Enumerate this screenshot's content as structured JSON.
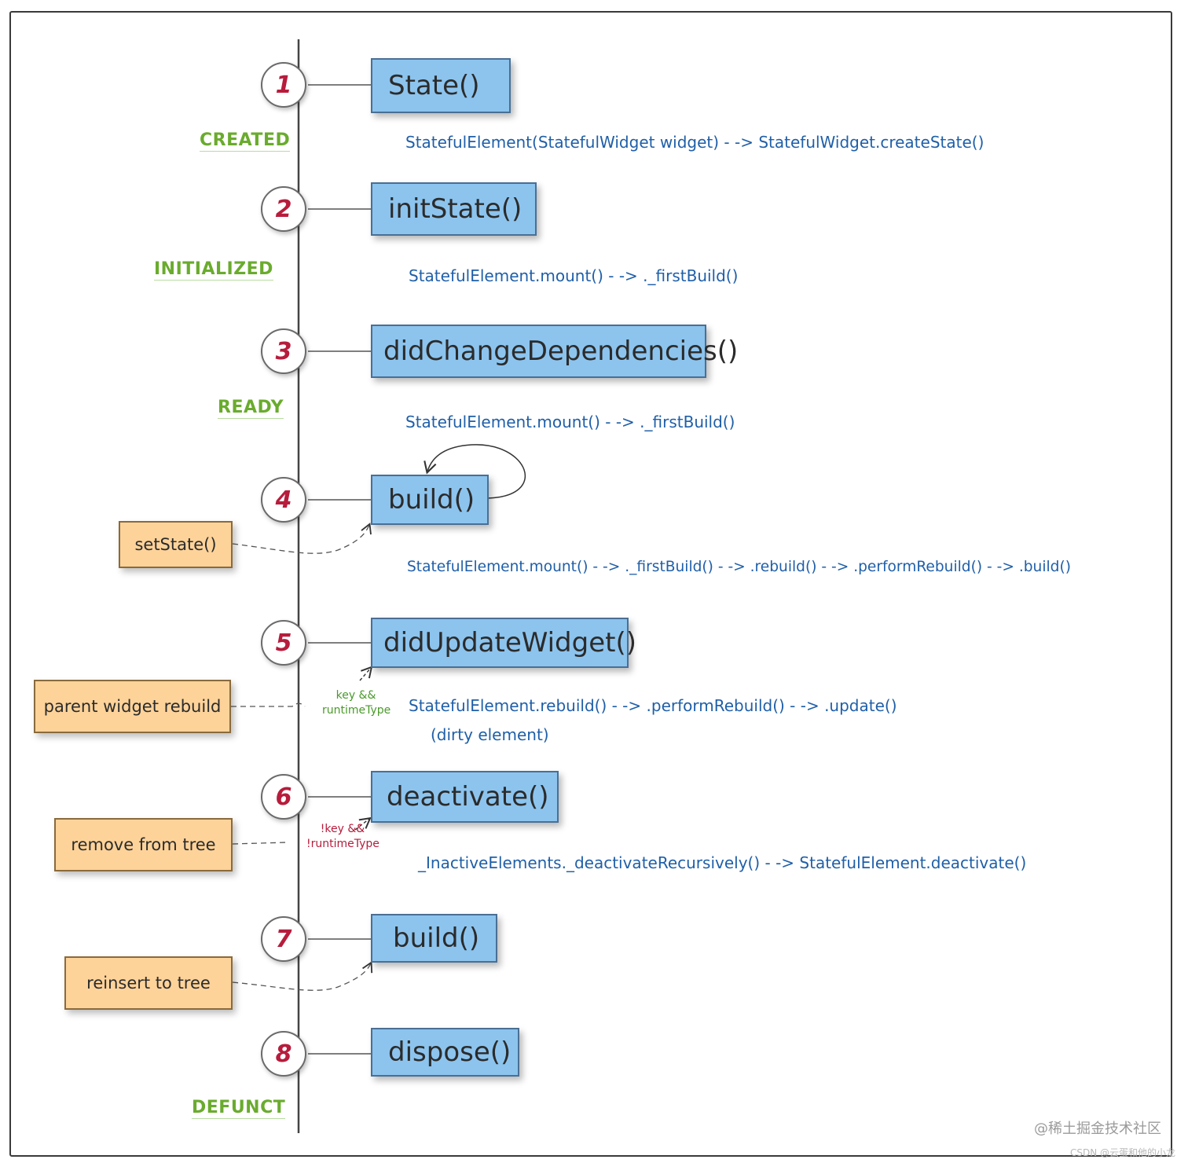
{
  "steps": [
    {
      "number": "1",
      "method": "State()"
    },
    {
      "number": "2",
      "method": "initState()"
    },
    {
      "number": "3",
      "method": "didChangeDependencies()"
    },
    {
      "number": "4",
      "method": "build()"
    },
    {
      "number": "5",
      "method": "didUpdateWidget()"
    },
    {
      "number": "6",
      "method": "deactivate()"
    },
    {
      "number": "7",
      "method": "build()"
    },
    {
      "number": "8",
      "method": "dispose()"
    }
  ],
  "states": {
    "created": "CREATED",
    "initialized": "INITIALIZED",
    "ready": "READY",
    "defunct": "DEFUNCT"
  },
  "triggers": {
    "set_state": "setState()",
    "parent_rebuild": "parent widget rebuild",
    "remove": "remove from tree",
    "reinsert": "reinsert to tree"
  },
  "conditions": {
    "update_line1": "key &&",
    "update_line2": "runtimeType",
    "deactivate_line1": "!key &&",
    "deactivate_line2": "!runtimeType"
  },
  "calls": {
    "c1": "StatefulElement(StatefulWidget widget) - -> StatefulWidget.createState()",
    "c2": "StatefulElement.mount() - -> ._firstBuild()",
    "c3": "StatefulElement.mount() - -> ._firstBuild()",
    "c4": "StatefulElement.mount() - -> ._firstBuild() - ->  .rebuild() - -> .performRebuild() - -> .build()",
    "c5": "StatefulElement.rebuild() - -> .performRebuild() - -> .update()",
    "c5b": "(dirty element)",
    "c6": "_InactiveElements._deactivateRecursively() - ->  StatefulElement.deactivate()"
  },
  "watermark": {
    "line1": "@稀土掘金技术社区",
    "line2": "CSDN @云蛋和他的小龙"
  },
  "colors": {
    "method_box": "#8cc4ee",
    "trigger_box": "#fdd39a",
    "state_label": "#6aab2e",
    "call_text": "#1f5fa8",
    "step_number": "#b71c3c",
    "condition_ok": "#4a9a2a",
    "condition_fail": "#b71c3c"
  }
}
